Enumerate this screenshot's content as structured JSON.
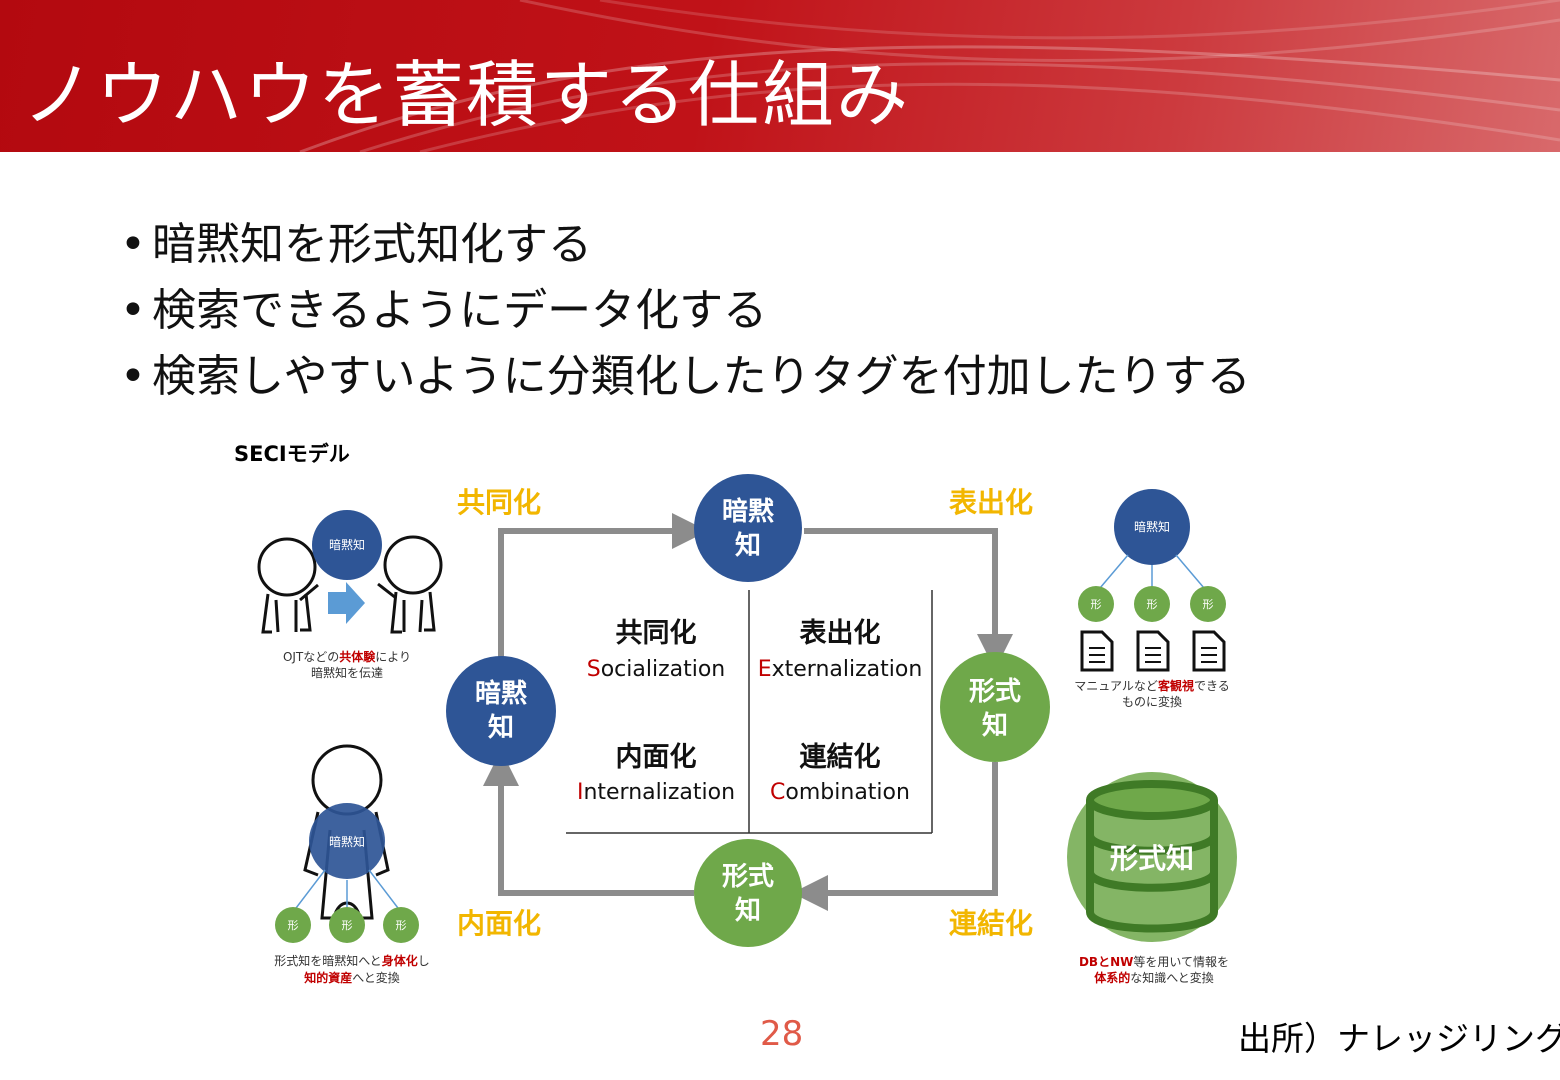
{
  "header": {
    "title": "ノウハウを蓄積する仕組み"
  },
  "bullets": [
    "暗黙知を形式知化する",
    "検索できるようにデータ化する",
    "検索しやすいように分類化したりタグを付加したりする"
  ],
  "seci": {
    "label": "SECIモデル",
    "corners": {
      "top_left": "共同化",
      "top_right": "表出化",
      "bottom_left": "内面化",
      "bottom_right": "連結化"
    },
    "circles": {
      "top": [
        "暗黙",
        "知"
      ],
      "left": [
        "暗黙",
        "知"
      ],
      "right": [
        "形式",
        "知"
      ],
      "bottom": [
        "形式",
        "知"
      ]
    },
    "quadrants": [
      {
        "title": "共同化",
        "initial": "S",
        "rest": "ocialization"
      },
      {
        "title": "表出化",
        "initial": "E",
        "rest": "xternalization"
      },
      {
        "title": "内面化",
        "initial": "I",
        "rest": "nternalization"
      },
      {
        "title": "連結化",
        "initial": "C",
        "rest": "ombination"
      }
    ],
    "side_illustrations": {
      "socialization": {
        "bubble": "暗黙知",
        "caption_line1": [
          "OJTなどの",
          "共体験",
          "により"
        ],
        "caption_line2": "暗黙知を伝達"
      },
      "internalization": {
        "bubble": "暗黙知",
        "small": "形",
        "caption_line1": [
          "形式知を暗黙知へと",
          "身体化",
          "し"
        ],
        "caption_line2": [
          "知的資産",
          "へと変換"
        ]
      },
      "externalization": {
        "bubble": "暗黙知",
        "small": "形",
        "caption_line1": [
          "マニュアルなど",
          "客観視",
          "できる"
        ],
        "caption_line2": "ものに変換"
      },
      "combination": {
        "db_label": "形式知",
        "caption_line1": [
          "DBとNW",
          "等を用いて情報を"
        ],
        "caption_line2": [
          "体系的",
          "な知識へと変換"
        ]
      }
    },
    "colors": {
      "tacit": "#2e5596",
      "explicit": "#6fa84a",
      "corner_label": "#f2b600",
      "arrow": "#8c8c8c",
      "highlight": "#c00000"
    }
  },
  "page_number": "28",
  "source": "出所）ナレッジリング"
}
